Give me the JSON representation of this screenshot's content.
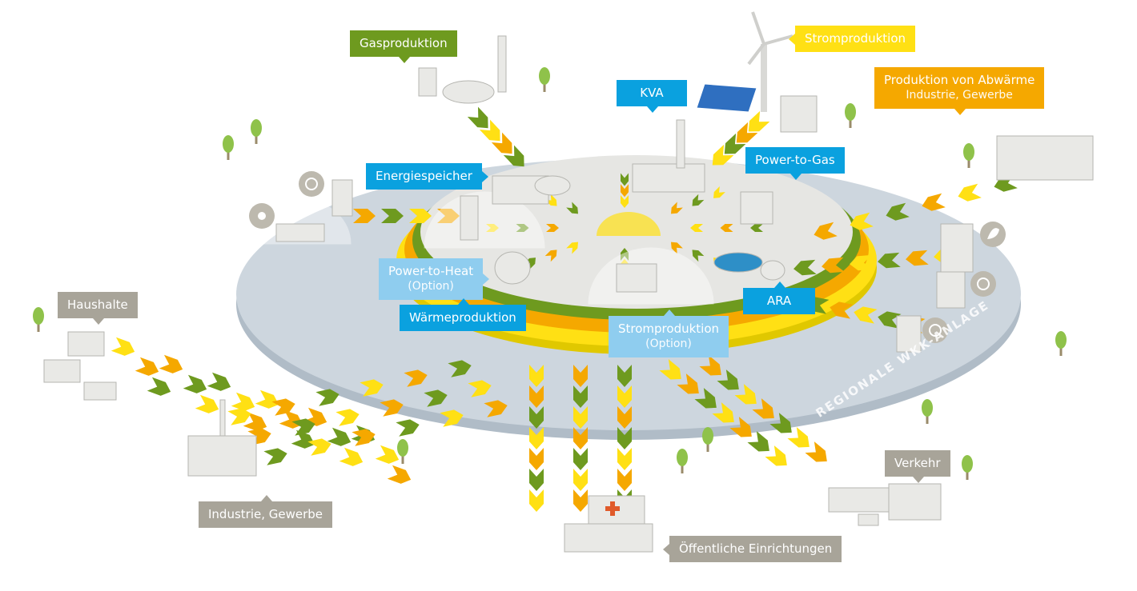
{
  "colors": {
    "green": "#6e9a1f",
    "yellow": "#ffe014",
    "orange": "#f5a800",
    "blue": "#0aa1df",
    "lightblue": "#8fcdef",
    "gray": "#a8a499",
    "platform": "#c9d3dc"
  },
  "labels": {
    "gasproduktion": "Gasproduktion",
    "stromproduktion_top": "Stromproduktion",
    "abwaerme_title": "Produktion von Abwärme",
    "abwaerme_sub": "Industrie, Gewerbe",
    "kva": "KVA",
    "energiespeicher": "Energiespeicher",
    "power_to_gas": "Power-to-Gas",
    "power_to_heat": "Power-to-Heat",
    "power_to_heat_sub": "(Option)",
    "waermeproduktion": "Wärmeproduktion",
    "stromproduktion_center": "Stromproduktion",
    "stromproduktion_center_sub": "(Option)",
    "ara": "ARA",
    "haushalte": "Haushalte",
    "industrie_gewerbe": "Industrie, Gewerbe",
    "verkehr": "Verkehr",
    "oeffentliche": "Öffentliche Einrichtungen",
    "ring": "REGIONALE WKK-ANLAGE"
  },
  "icons": [
    "solar-sun-icon",
    "flame-icon",
    "leaf-icon",
    "hospital-cross-icon",
    "wind-turbine-icon",
    "solar-panel-icon",
    "tree-icon",
    "house-icon",
    "factory-icon",
    "train-icon",
    "truck-icon",
    "car-icon"
  ]
}
